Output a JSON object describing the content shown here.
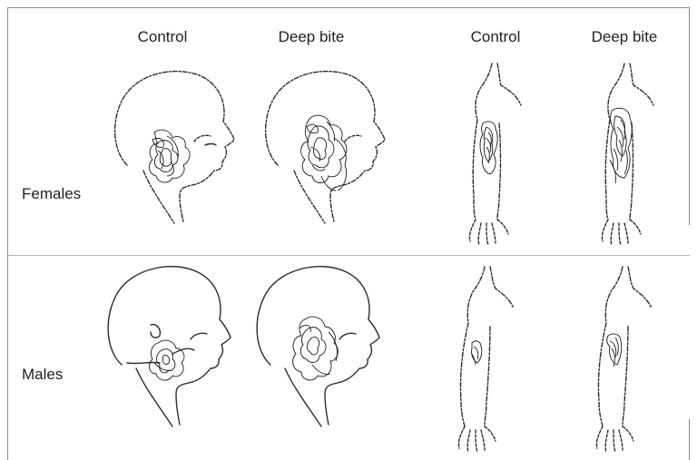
{
  "columns": {
    "head_control": "Control",
    "head_deep_bite": "Deep bite",
    "arm_control": "Control",
    "arm_deep_bite": "Deep bite"
  },
  "rows": {
    "females": "Females",
    "males": "Males"
  }
}
